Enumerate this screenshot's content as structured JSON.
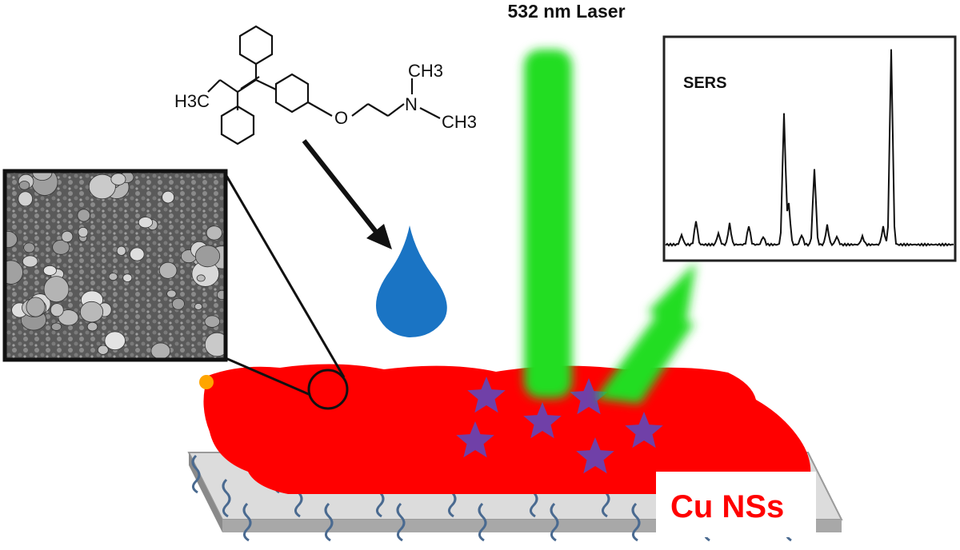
{
  "laser": {
    "label": "532 nm Laser",
    "color": "#22dd22"
  },
  "spectrum": {
    "label": "SERS"
  },
  "molecule": {
    "ethyl_label": "H3C",
    "oxygen_label": "O",
    "nitrogen_label": "N",
    "methyl_top_label": "CH3",
    "methyl_right_label": "CH3"
  },
  "substrate": {
    "label": "Cu NSs",
    "color": "#ff0000"
  },
  "droplet": {
    "color": "#1a74c4"
  },
  "analyte_marker_color": "#7040a8"
}
